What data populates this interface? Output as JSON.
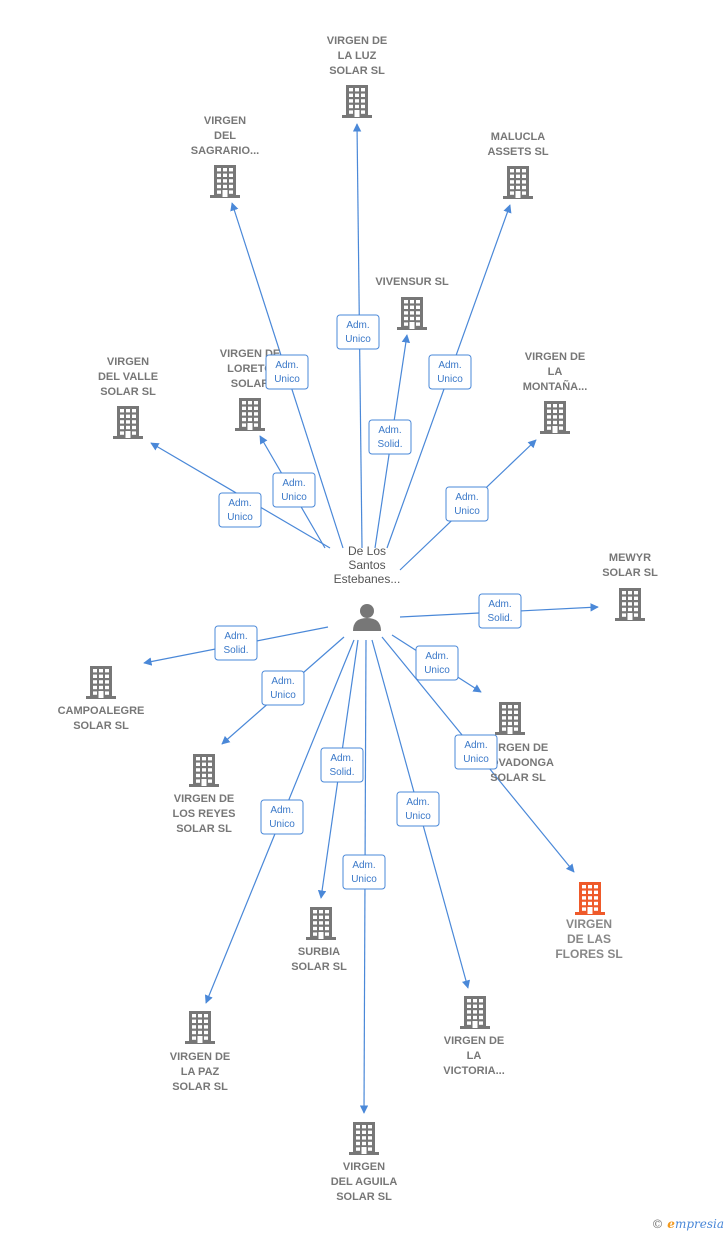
{
  "colors": {
    "edge": "#4a88d8",
    "building": "#777777",
    "highlight": "#ef5a2a",
    "person": "#777777"
  },
  "center": {
    "label_lines": [
      "De Los",
      "Santos",
      "Estebanes..."
    ],
    "icon": "person-icon"
  },
  "nodes": [
    {
      "id": "luz",
      "label_lines": [
        "VIRGEN DE",
        "LA LUZ",
        "SOLAR  SL"
      ]
    },
    {
      "id": "sagrario",
      "label_lines": [
        "VIRGEN",
        "DEL",
        "SAGRARIO..."
      ]
    },
    {
      "id": "malucla",
      "label_lines": [
        "MALUCLA",
        "ASSETS  SL"
      ]
    },
    {
      "id": "vivensur",
      "label_lines": [
        "VIVENSUR SL"
      ]
    },
    {
      "id": "valle",
      "label_lines": [
        "VIRGEN",
        "DEL VALLE",
        "SOLAR  SL"
      ]
    },
    {
      "id": "loreto",
      "label_lines": [
        "VIRGEN DE",
        "LORETO",
        "SOLAR"
      ]
    },
    {
      "id": "montana",
      "label_lines": [
        "VIRGEN DE",
        "LA",
        "MONTAÑA..."
      ]
    },
    {
      "id": "mewyr",
      "label_lines": [
        "MEWYR",
        "SOLAR  SL"
      ]
    },
    {
      "id": "campoalegre",
      "label_lines": [
        "CAMPOALEGRE",
        "SOLAR  SL"
      ]
    },
    {
      "id": "covadonga",
      "label_lines": [
        "VIRGEN DE",
        "COVADONGA",
        "SOLAR  SL"
      ]
    },
    {
      "id": "reyes",
      "label_lines": [
        "VIRGEN DE",
        "LOS REYES",
        "SOLAR  SL"
      ]
    },
    {
      "id": "flores",
      "label_lines": [
        "VIRGEN",
        "DE LAS",
        "FLORES  SL"
      ],
      "highlight": true
    },
    {
      "id": "surbia",
      "label_lines": [
        "SURBIA",
        "SOLAR  SL"
      ]
    },
    {
      "id": "paz",
      "label_lines": [
        "VIRGEN DE",
        "LA PAZ",
        "SOLAR  SL"
      ]
    },
    {
      "id": "victoria",
      "label_lines": [
        "VIRGEN DE",
        "LA",
        "VICTORIA..."
      ]
    },
    {
      "id": "aguila",
      "label_lines": [
        "VIRGEN",
        "DEL AGUILA",
        "SOLAR  SL"
      ]
    }
  ],
  "edges": [
    {
      "to": "luz",
      "role_lines": [
        "Adm.",
        "Unico"
      ]
    },
    {
      "to": "sagrario",
      "role_lines": [
        "Adm.",
        "Unico"
      ]
    },
    {
      "to": "malucla",
      "role_lines": [
        "Adm.",
        "Unico"
      ]
    },
    {
      "to": "vivensur",
      "role_lines": [
        "Adm.",
        "Solid."
      ]
    },
    {
      "to": "valle",
      "role_lines": [
        "Adm.",
        "Unico"
      ]
    },
    {
      "to": "loreto",
      "role_lines": [
        "Adm.",
        "Unico"
      ]
    },
    {
      "to": "montana",
      "role_lines": [
        "Adm.",
        "Unico"
      ]
    },
    {
      "to": "mewyr",
      "role_lines": [
        "Adm.",
        "Solid."
      ]
    },
    {
      "to": "campoalegre",
      "role_lines": [
        "Adm.",
        "Solid."
      ]
    },
    {
      "to": "covadonga",
      "role_lines": [
        "Adm.",
        "Unico"
      ]
    },
    {
      "to": "reyes",
      "role_lines": [
        "Adm.",
        "Unico"
      ]
    },
    {
      "to": "flores",
      "role_lines": [
        "Adm.",
        "Unico"
      ]
    },
    {
      "to": "surbia",
      "role_lines": [
        "Adm.",
        "Solid."
      ]
    },
    {
      "to": "paz",
      "role_lines": [
        "Adm.",
        "Unico"
      ]
    },
    {
      "to": "victoria",
      "role_lines": [
        "Adm.",
        "Unico"
      ]
    },
    {
      "to": "aguila",
      "role_lines": [
        "Adm.",
        "Unico"
      ]
    }
  ],
  "copyright": {
    "symbol": "©",
    "brand_first": "e",
    "brand_rest": "mpresia"
  }
}
